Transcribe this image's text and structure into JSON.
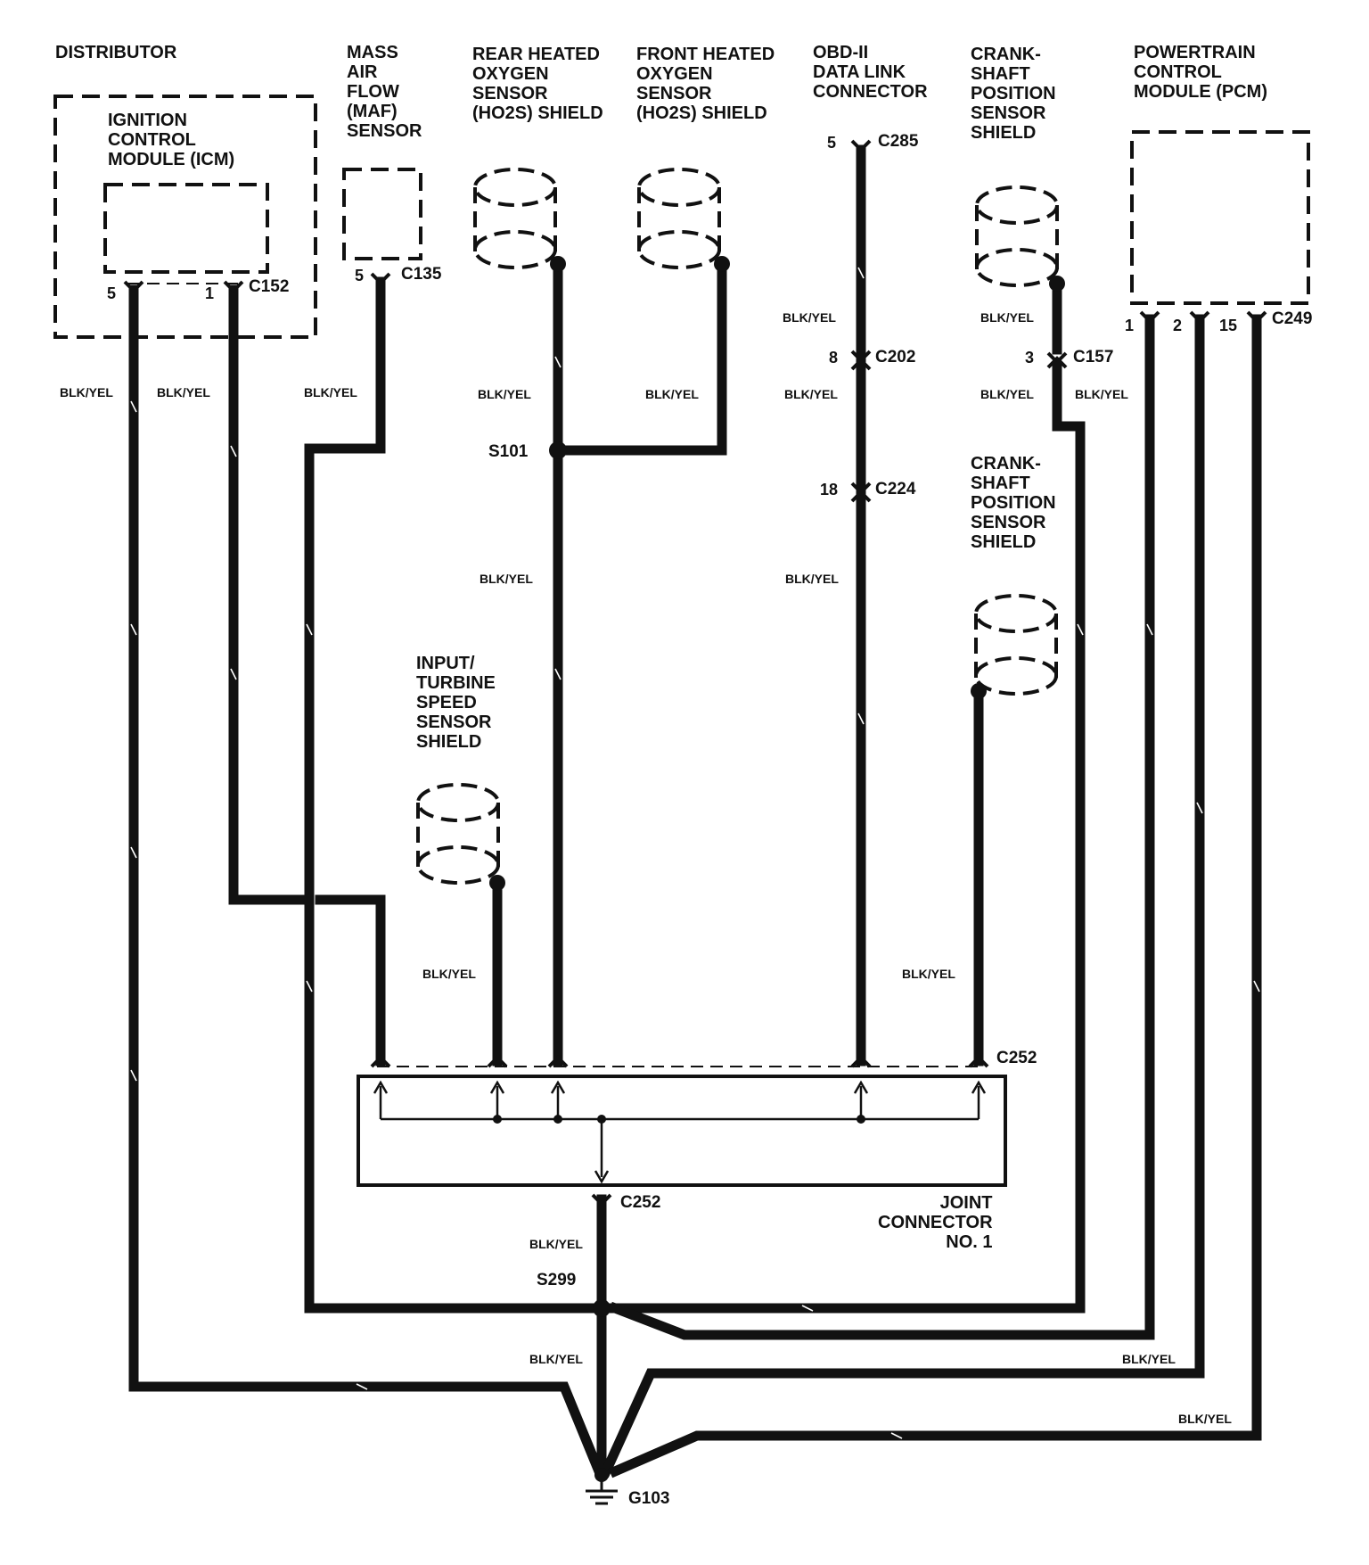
{
  "components": {
    "distributor": "DISTRIBUTOR",
    "icm": "IGNITION\nCONTROL\nMODULE (ICM)",
    "maf": "MASS\nAIR\nFLOW\n(MAF)\nSENSOR",
    "rear_ho2s": "REAR HEATED\nOXYGEN\nSENSOR\n(HO2S) SHIELD",
    "front_ho2s": "FRONT HEATED\nOXYGEN\nSENSOR\n(HO2S) SHIELD",
    "obd": "OBD-II\nDATA LINK\nCONNECTOR",
    "ckp_top": "CRANK-\nSHAFT\nPOSITION\nSENSOR\nSHIELD",
    "ckp_mid": "CRANK-\nSHAFT\nPOSITION\nSENSOR\nSHIELD",
    "pcm": "POWERTRAIN\nCONTROL\nMODULE (PCM)",
    "input_turbine": "INPUT/\nTURBINE\nSPEED\nSENSOR\nSHIELD",
    "joint": "JOINT\nCONNECTOR\nNO. 1"
  },
  "connectors": {
    "c152": "C152",
    "c135": "C135",
    "c285": "C285",
    "c202": "C202",
    "c224": "C224",
    "c157": "C157",
    "c249": "C249",
    "c252_top": "C252",
    "c252_bot": "C252",
    "s101": "S101",
    "s299": "S299",
    "g103": "G103"
  },
  "pins": {
    "icm_5": "5",
    "icm_1": "1",
    "maf_5": "5",
    "obd_5": "5",
    "c202_8": "8",
    "c224_18": "18",
    "c157_3": "3",
    "pcm_1": "1",
    "pcm_2": "2",
    "pcm_15": "15"
  },
  "wire_color": "BLK/YEL",
  "colors": {
    "wire": "#111111",
    "background": "#ffffff"
  }
}
